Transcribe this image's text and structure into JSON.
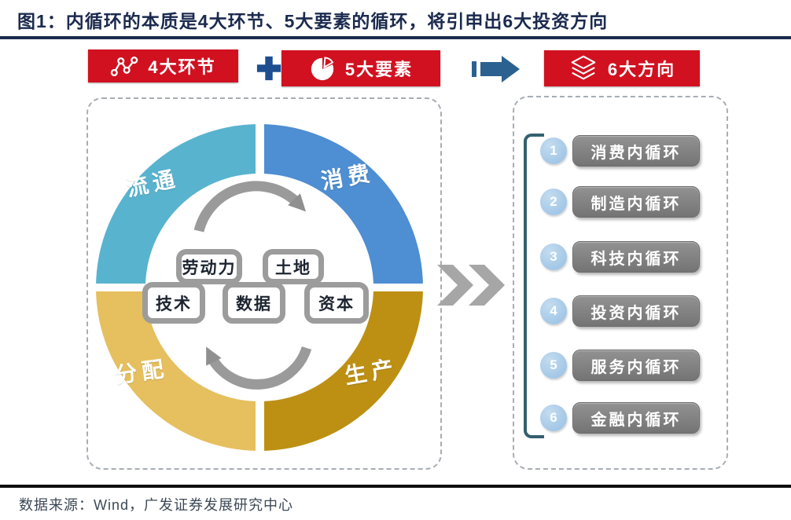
{
  "figure": {
    "title": "图1：内循环的本质是4大环节、5大要素的循环，将引申出6大投资方向",
    "source": "数据来源：Wind，广发证券发展研究中心"
  },
  "badges": {
    "bg_color": "#d11120",
    "links": {
      "label": "4大环节",
      "icon": "network-nodes-icon"
    },
    "factors": {
      "label": "5大要素",
      "icon": "pie-chart-icon"
    },
    "directions": {
      "label": "6大方向",
      "icon": "layers-icon"
    }
  },
  "cycle": {
    "quadrants": [
      {
        "label": "流通",
        "position": "top-left",
        "color": "#58b3cf"
      },
      {
        "label": "消费",
        "position": "top-right",
        "color": "#4e8ed2"
      },
      {
        "label": "分配",
        "position": "bottom-left",
        "color": "#e6bf5e"
      },
      {
        "label": "生产",
        "position": "bottom-right",
        "color": "#bd9013"
      }
    ],
    "factors": [
      "劳动力",
      "土地",
      "技术",
      "数据",
      "资本"
    ]
  },
  "directions": [
    {
      "num": "1",
      "label": "消费内循环"
    },
    {
      "num": "2",
      "label": "制造内循环"
    },
    {
      "num": "3",
      "label": "科技内循环"
    },
    {
      "num": "4",
      "label": "投资内循环"
    },
    {
      "num": "5",
      "label": "服务内循环"
    },
    {
      "num": "6",
      "label": "金融内循环"
    }
  ]
}
